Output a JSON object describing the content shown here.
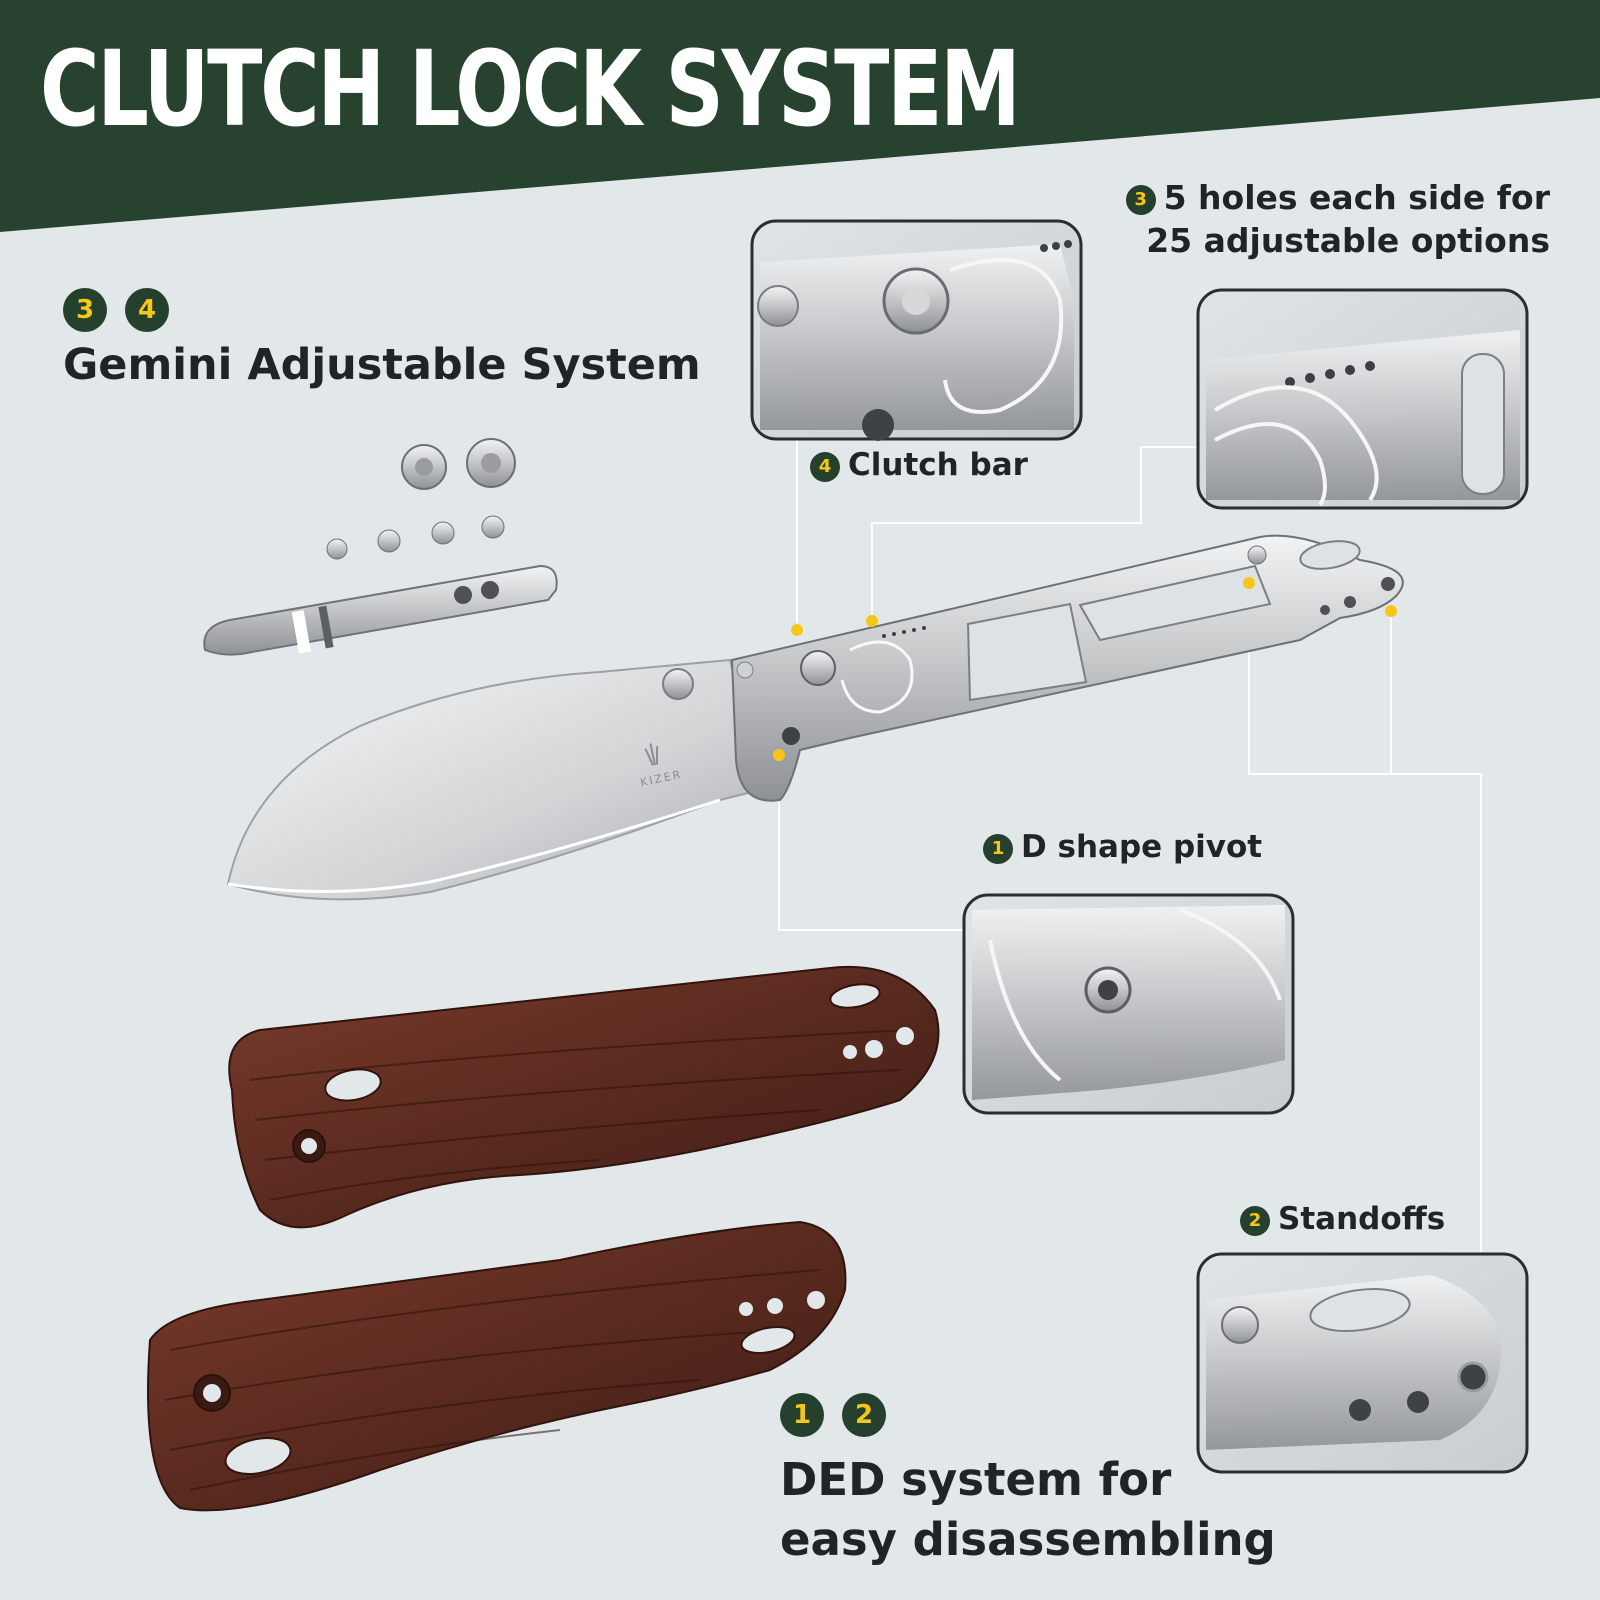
{
  "header": {
    "title": "CLUTCH LOCK SYSTEM",
    "background_color": "#27432f",
    "text_color": "#ffffff"
  },
  "accent": {
    "badge_color": "#25402c",
    "badge_text_color": "#f6c718",
    "dot_color": "#f6c718"
  },
  "gemini": {
    "badges": [
      "3",
      "4"
    ],
    "title": "Gemini Adjustable System"
  },
  "callouts": {
    "holes": {
      "badge": "3",
      "line1": "5 holes each side for",
      "line2": "25 adjustable options"
    },
    "clutch_bar": {
      "badge": "4",
      "label": "Clutch bar"
    },
    "pivot": {
      "badge": "1",
      "label": "D shape pivot"
    },
    "standoffs": {
      "badge": "2",
      "label": "Standoffs"
    }
  },
  "ded": {
    "badges": [
      "1",
      "2"
    ],
    "line1": "DED system for",
    "line2": "easy disassembling"
  },
  "logo": {
    "text": "KIZER"
  }
}
